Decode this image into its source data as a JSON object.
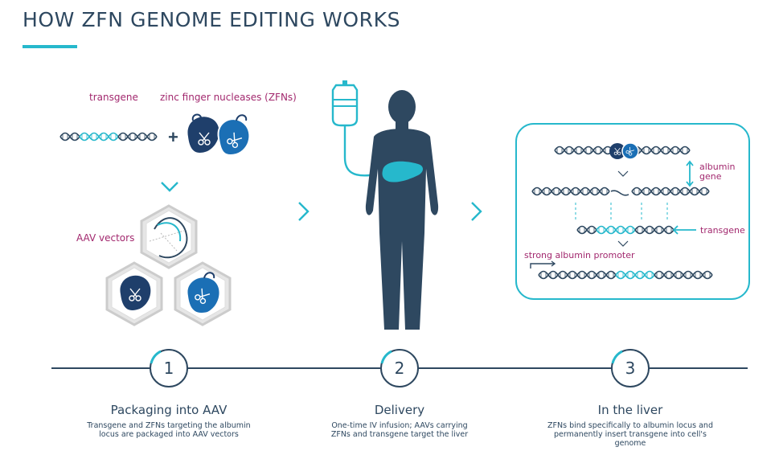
{
  "title": "HOW ZFN GENOME EDITING WORKS",
  "colors": {
    "accent": "#26b8cc",
    "dark": "#2e4860",
    "magenta": "#a2286e",
    "blue": "#1b6fb5",
    "navy": "#1f3f6b"
  },
  "panel1": {
    "transgene_label": "transgene",
    "zfn_label": "zinc finger nucleases (ZFNs)",
    "plus": "+",
    "aav_label": "AAV vectors"
  },
  "panel3": {
    "albumin_label": "albumin gene",
    "transgene_label": "transgene",
    "promoter_label": "strong albumin promoter"
  },
  "steps": [
    {
      "number": "1",
      "title": "Packaging into AAV",
      "desc_line1": "Transgene and ZFNs targeting the albumin",
      "desc_line2": "locus are packaged into AAV vectors",
      "desc_line3": ""
    },
    {
      "number": "2",
      "title": "Delivery",
      "desc_line1": "One-time IV infusion; AAVs carrying",
      "desc_line2": "ZFNs and transgene target the liver",
      "desc_line3": ""
    },
    {
      "number": "3",
      "title": "In the liver",
      "desc_line1": "ZFNs bind specifically to albumin locus and",
      "desc_line2": "permanently insert transgene into cell's",
      "desc_line3": "genome"
    }
  ],
  "icons": [
    "dna-icon",
    "zfn-protein-icon",
    "scissors-icon",
    "aav-capsid-icon",
    "iv-bag-icon",
    "human-figure-icon",
    "liver-icon",
    "chevron-right-icon",
    "chevron-down-icon",
    "arrow-left-icon",
    "promoter-arrow-icon"
  ]
}
